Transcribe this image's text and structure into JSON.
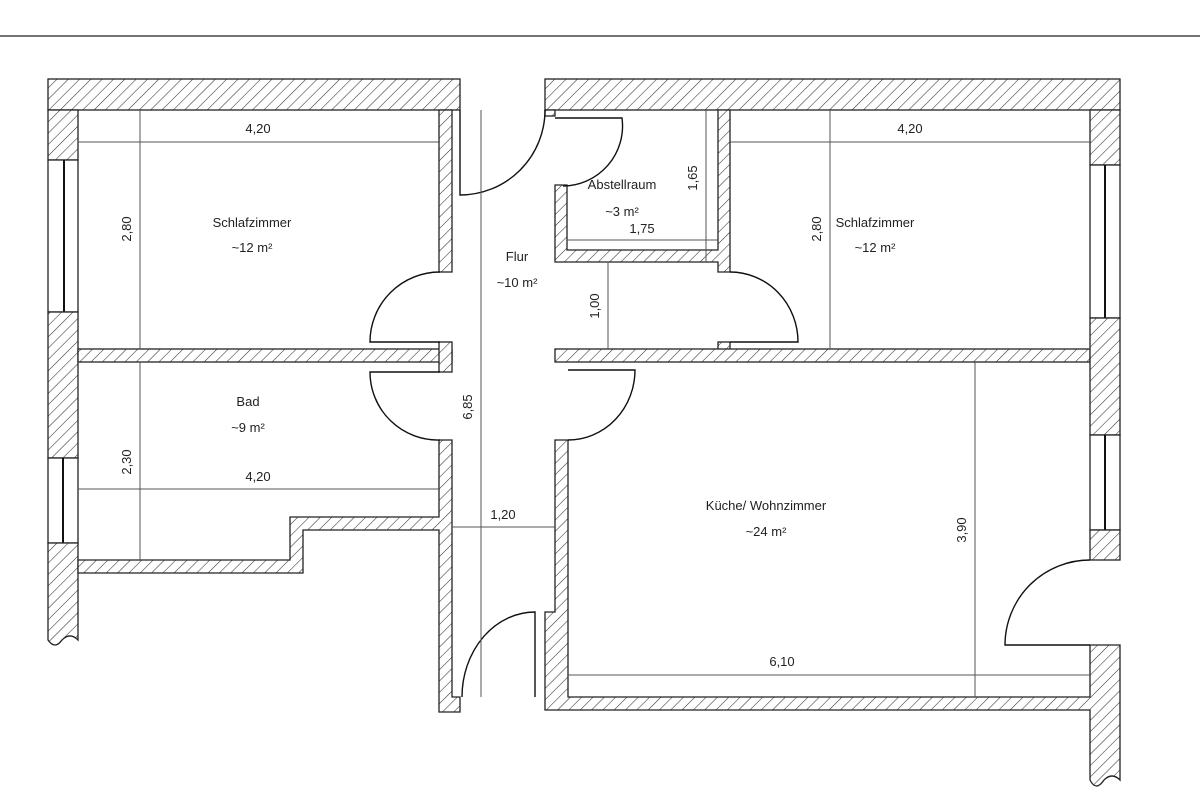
{
  "rooms": {
    "bedroom_left": {
      "name": "Schlafzimmer",
      "area": "~12 m²"
    },
    "bath": {
      "name": "Bad",
      "area": "~9 m²"
    },
    "hall": {
      "name": "Flur",
      "area": "~10 m²"
    },
    "storage": {
      "name": "Abstellraum",
      "area": "~3 m²"
    },
    "bedroom_right": {
      "name": "Schlafzimmer",
      "area": "~12 m²"
    },
    "kitchen_living": {
      "name": "Küche/ Wohnzimmer",
      "area": "~24 m²"
    }
  },
  "dimensions": {
    "bedroom_left_width": "4,20",
    "bedroom_left_depth": "2,80",
    "bath_depth": "2,30",
    "bath_width": "4,20",
    "hall_length": "6,85",
    "hall_width": "1,20",
    "storage_depth": "1,65",
    "storage_width": "1,75",
    "passage_width": "1,00",
    "bedroom_right_width": "4,20",
    "bedroom_right_depth": "2,80",
    "kitchen_depth": "3,90",
    "kitchen_width": "6,10"
  }
}
